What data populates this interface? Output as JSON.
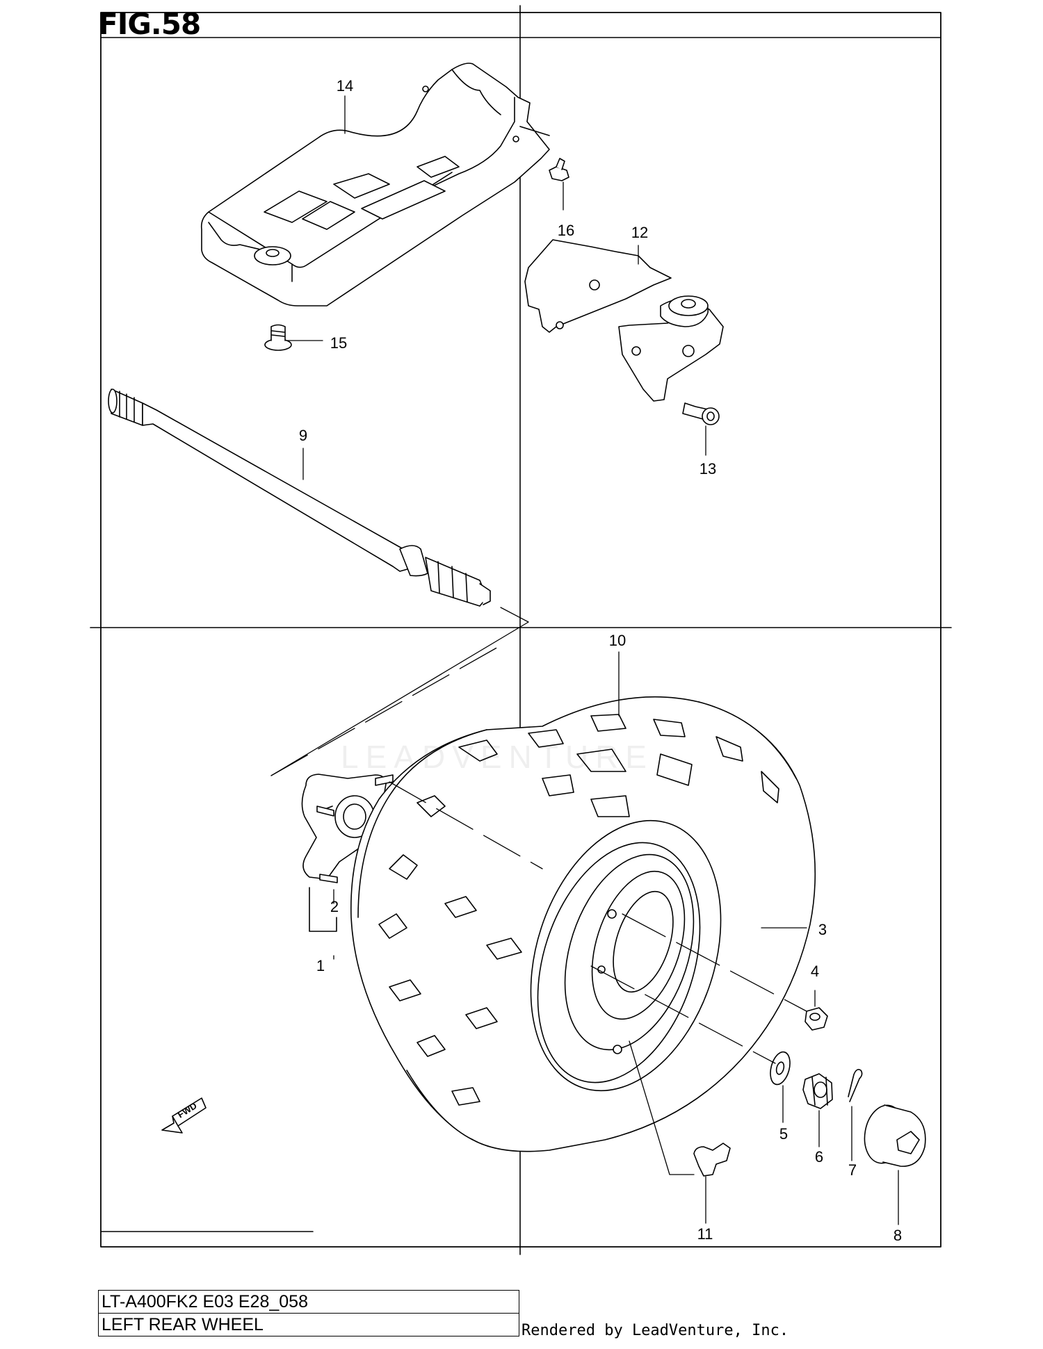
{
  "figure": {
    "title": "FIG.58"
  },
  "parts": [
    {
      "ref": "1"
    },
    {
      "ref": "2"
    },
    {
      "ref": "3"
    },
    {
      "ref": "4"
    },
    {
      "ref": "5"
    },
    {
      "ref": "6"
    },
    {
      "ref": "7"
    },
    {
      "ref": "8"
    },
    {
      "ref": "9"
    },
    {
      "ref": "10"
    },
    {
      "ref": "11"
    },
    {
      "ref": "12"
    },
    {
      "ref": "13"
    },
    {
      "ref": "14"
    },
    {
      "ref": "15"
    },
    {
      "ref": "16"
    }
  ],
  "fwd_arrow": {
    "label": "FWD"
  },
  "footer": {
    "model_code": "LT-A400FK2 E03 E28_058",
    "section_name": "LEFT REAR WHEEL",
    "credit": "Rendered by LeadVenture, Inc."
  },
  "watermark": {
    "text": "LEADVENTURE"
  }
}
